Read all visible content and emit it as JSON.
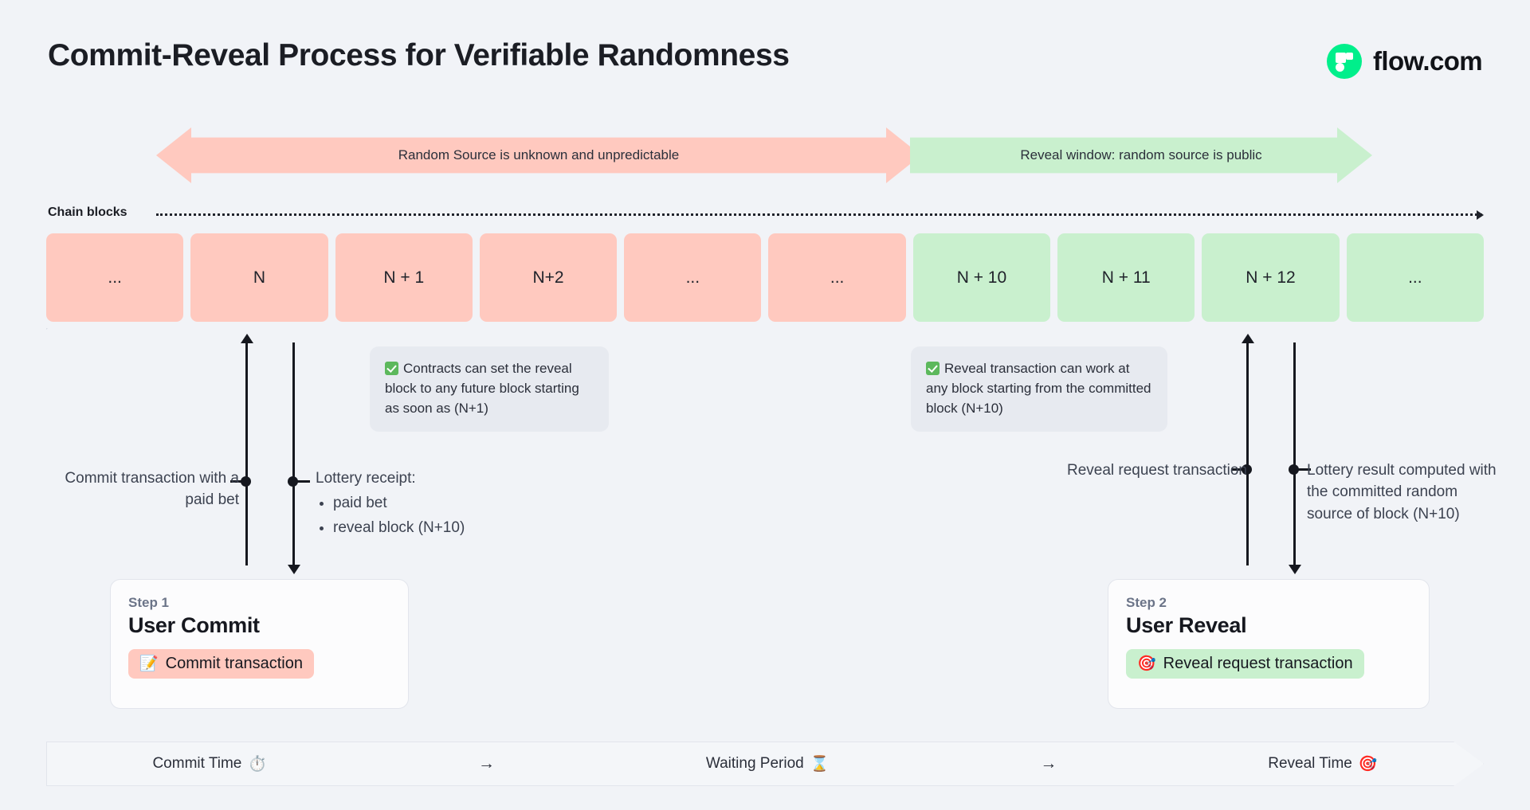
{
  "header": {
    "title": "Commit-Reveal Process for Verifiable Randomness",
    "brand_name": "flow.com",
    "brand_color": "#00ef8b"
  },
  "phases": [
    {
      "id": "unknown",
      "label": "Random Source is unknown and unpredictable",
      "color": "#ffc9bf",
      "direction": "double"
    },
    {
      "id": "reveal",
      "label": "Reveal window: random source is public",
      "color": "#c9f0ce",
      "direction": "right"
    }
  ],
  "chain": {
    "label": "Chain blocks",
    "blocks": [
      {
        "label": "...",
        "state": "pre-reveal"
      },
      {
        "label": "N",
        "state": "pre-reveal"
      },
      {
        "label": "N + 1",
        "state": "pre-reveal"
      },
      {
        "label": "N+2",
        "state": "pre-reveal"
      },
      {
        "label": "...",
        "state": "pre-reveal"
      },
      {
        "label": "...",
        "state": "pre-reveal"
      },
      {
        "label": "N + 10",
        "state": "reveal"
      },
      {
        "label": "N + 11",
        "state": "reveal"
      },
      {
        "label": "N + 12",
        "state": "reveal"
      },
      {
        "label": "...",
        "state": "reveal"
      }
    ],
    "colors": {
      "pre-reveal": "#ffc9bf",
      "reveal": "#c9f0ce"
    }
  },
  "callouts": [
    {
      "id": "commit-rule",
      "icon": "check-mark",
      "text": "Contracts can set the reveal block to any future block starting as soon as (N+1)"
    },
    {
      "id": "reveal-rule",
      "icon": "check-mark",
      "text": "Reveal transaction can work at any block starting from the committed block (N+10)"
    }
  ],
  "annotations": {
    "commit_tx": "Commit transaction with a paid bet",
    "receipt_title": "Lottery receipt:",
    "receipt_items": [
      "paid bet",
      "reveal block (N+10)"
    ],
    "reveal_request": "Reveal request transaction",
    "lottery_result": "Lottery result computed with the committed random source of block (N+10)"
  },
  "steps": [
    {
      "kicker": "Step 1",
      "title": "User Commit",
      "pill_label": "Commit transaction",
      "pill_icon": "memo-pencil-icon",
      "pill_emoji": "📝",
      "pill_color": "#ffc9bf"
    },
    {
      "kicker": "Step 2",
      "title": "User Reveal",
      "pill_label": "Reveal request transaction",
      "pill_icon": "dart-target-icon",
      "pill_emoji": "🎯",
      "pill_color": "#c9f0ce"
    }
  ],
  "timeline": {
    "items": [
      {
        "label": "Commit Time",
        "icon": "stopwatch-icon",
        "emoji": "⏱️"
      },
      {
        "label": "Waiting Period",
        "icon": "hourglass-icon",
        "emoji": "⌛"
      },
      {
        "label": "Reveal Time",
        "icon": "dart-target-icon",
        "emoji": "🎯"
      }
    ],
    "separator": "→"
  }
}
